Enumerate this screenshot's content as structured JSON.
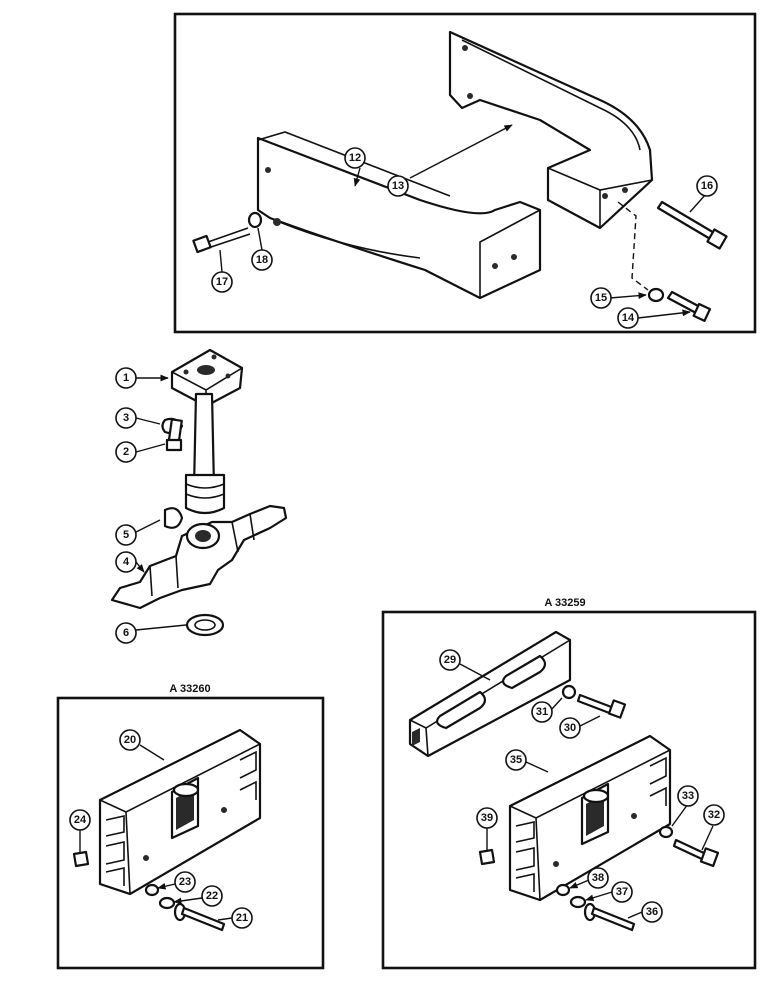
{
  "panels": {
    "left_label": "A 33260",
    "right_label": "A 33259"
  },
  "callouts": {
    "c1": "1",
    "c2": "2",
    "c3": "3",
    "c4": "4",
    "c5": "5",
    "c6": "6",
    "c12": "12",
    "c13": "13",
    "c14": "14",
    "c15": "15",
    "c16": "16",
    "c17": "17",
    "c18": "18",
    "c20": "20",
    "c21": "21",
    "c22": "22",
    "c23": "23",
    "c24": "24",
    "c29": "29",
    "c30": "30",
    "c31": "31",
    "c32": "32",
    "c33": "33",
    "c35": "35",
    "c36": "36",
    "c37": "37",
    "c38": "38",
    "c39": "39"
  }
}
